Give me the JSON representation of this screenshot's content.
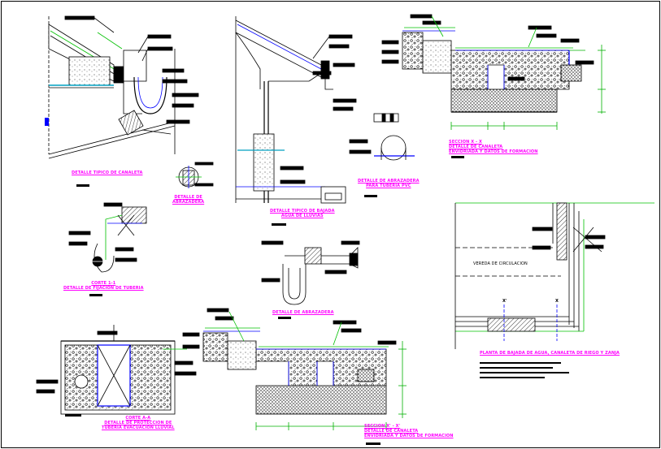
{
  "drawing": {
    "colors": {
      "background": "#ffffff",
      "frame": "#000000",
      "linework": "#000000",
      "title_text": "#ff00ff",
      "rebar_green": "#00c000",
      "pipe_blue": "#0000ff",
      "water_cyan": "#00a0c0",
      "dimension_green": "#00b000"
    },
    "titles": {
      "gutter_detail": "DETALLE TIPICO DE CANALETA",
      "anchor_detail_a": "DETALLE DE",
      "anchor_detail_b": "ABRAZADERA",
      "downpipe_a": "DETALLE TIPICO DE BAJADA",
      "downpipe_b": "AGUA DE LLUVIAS",
      "clamp_a": "DETALLE DE ABRAZADERA",
      "clamp_b": "PARA TUBERIA PVC",
      "section_xx_a": "SECCION X - X",
      "section_xx_b": "DETALLE DE CANALETA",
      "section_xx_c": "ENVIDRIADA Y DATOS DE FORMACION",
      "section_c1_a": "CORTE 1-1",
      "section_c1_b": "DETALLE DE FIJACION DE TUBERIA",
      "bracket_detail": "DETALLE DE ABRAZADERA",
      "plan_a": "PLANTA DE BAJADA DE AGUA, CANALETA DE RIEGO Y ZANJA",
      "section_aa_a": "CORTE A-A",
      "section_aa_b": "DETALLE DE PROTECCION DE",
      "section_aa_c": "TUBERIA EVACUACION LLUVIAL",
      "section_xx2_a": "SECCION X' - X'",
      "section_xx2_b": "DETALLE DE CANALETA",
      "section_xx2_c": "ENVIDRIADA Y DATOS DE FORMACION"
    },
    "plan_label": "VEREDA DE CIRCULACION",
    "section_marks": {
      "left": "X'",
      "right": "X"
    }
  }
}
